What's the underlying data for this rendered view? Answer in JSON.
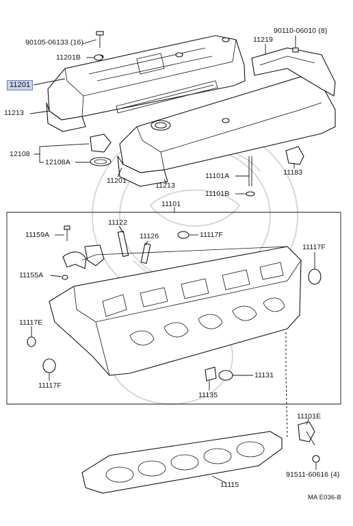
{
  "labels": {
    "p90105": "90105-06133 (16)",
    "p11201B": "11201B",
    "p11201_hl": "11201",
    "p11213_a": "11213",
    "p90110": "90110-06010 (8)",
    "p11219": "11219",
    "p12108": "12108",
    "p12108A": "12108A",
    "p11201_b": "11201",
    "p11213_b": "11213",
    "p11101A": "11101A",
    "p11101B": "11101B",
    "p11183": "11183",
    "p11101": "11101",
    "p11122": "11122",
    "p11159A": "11159A",
    "p11126": "11126",
    "p11117F_a": "11117F",
    "p11117F_b": "11117F",
    "p11155A": "11155A",
    "p11117E": "11117E",
    "p11117F_c": "11117F",
    "p11131": "11131",
    "p11135": "11135",
    "p11101E": "11101E",
    "p11115": "11115",
    "p91511": "91511-60616 (4)",
    "ref": "MA E036-B"
  }
}
